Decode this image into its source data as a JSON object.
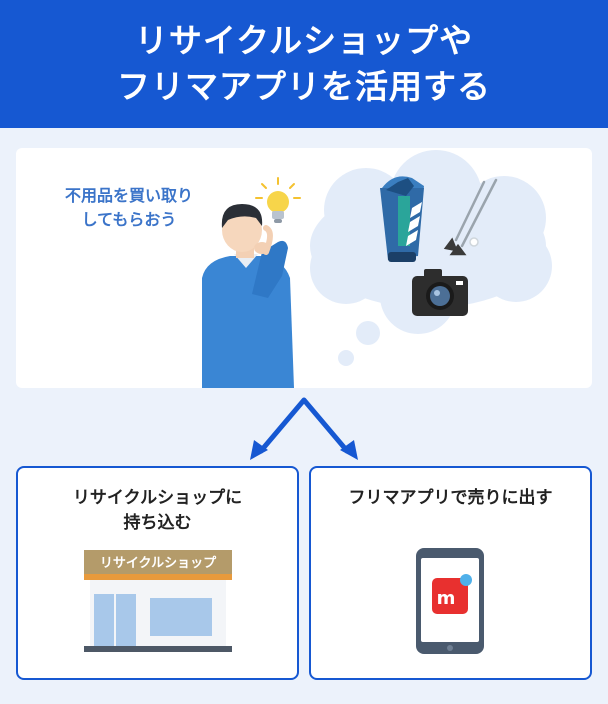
{
  "header": {
    "title_line1": "リサイクルショップや",
    "title_line2": "フリマアプリを活用する",
    "background": "#1658d2"
  },
  "scene": {
    "caption_line1": "不用品を買い取り",
    "caption_line2": "してもらおう",
    "icons": [
      "man-thinking",
      "lightbulb-icon",
      "thought-cloud",
      "golf-bag-icon",
      "golf-clubs-icon",
      "camera-icon"
    ]
  },
  "options": [
    {
      "title_line1": "リサイクルショップに",
      "title_line2": "持ち込む",
      "shop_sign": "リサイクルショップ",
      "icon": "store-icon"
    },
    {
      "title_line1": "フリマアプリで売りに出す",
      "icon": "smartphone-app-icon",
      "app_letter": "m"
    }
  ],
  "colors": {
    "accent": "#1658d2",
    "background": "#ecf2fb",
    "caption": "#3b74c9",
    "app_red": "#e8302f"
  }
}
